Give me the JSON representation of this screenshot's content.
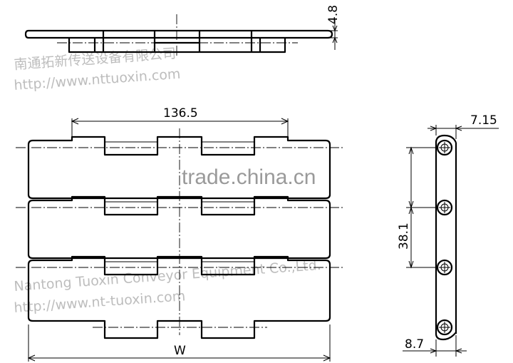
{
  "drawing": {
    "dimensions": {
      "thickness": "4.8",
      "lug_span": "136.5",
      "hinge_offset": "7.15",
      "pitch": "38.1",
      "hinge_height": "8.7",
      "width": "W"
    },
    "watermarks": {
      "company_cn": "南通拓新传送设备有限公司",
      "url1": "http://www.nttuoxin.com",
      "company_en": "Nantong Tuoxin Conveyor Equipment Co.,Ltd.",
      "url2": "http://www.nt-tuoxin.com",
      "site": "trade.china.cn"
    }
  }
}
